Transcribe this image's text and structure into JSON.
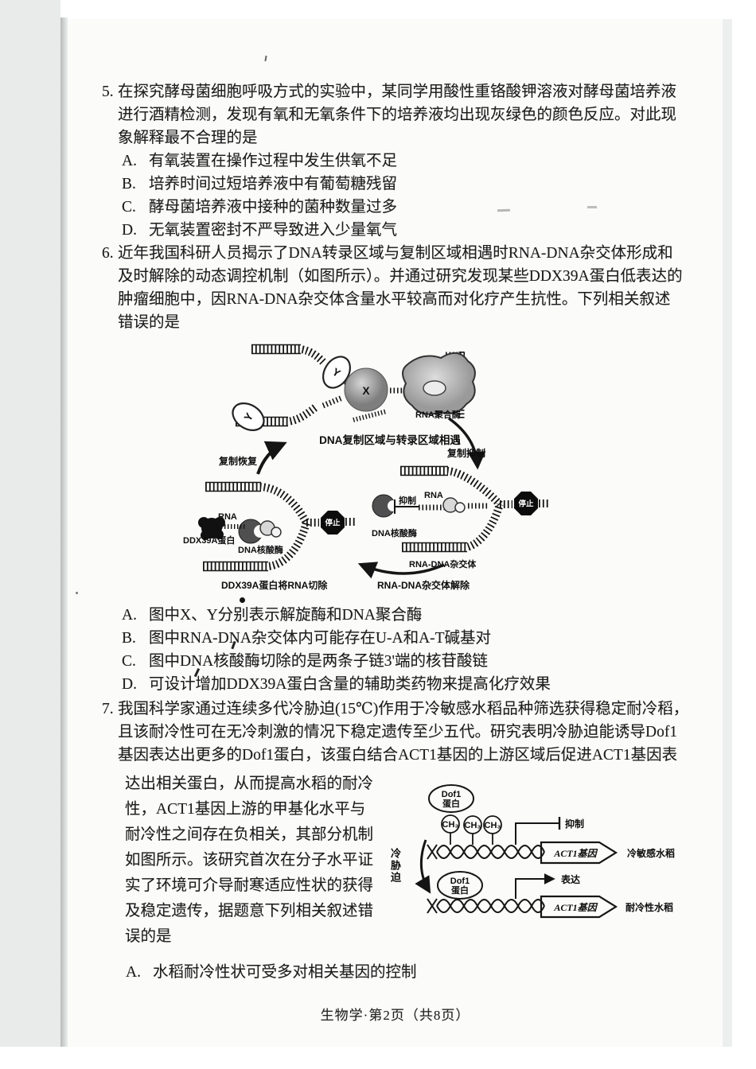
{
  "page": {
    "footer": "生物学·第2页（共8页）"
  },
  "q5": {
    "number": "5.",
    "lines": [
      "在探究酵母菌细胞呼吸方式的实验中，某同学用酸性重铬酸钾溶液对酵母菌培养液",
      "进行酒精检测，发现有氧和无氧条件下的培养液均出现灰绿色的颜色反应。对此现",
      "象解释最不合理的是"
    ],
    "options": [
      {
        "label": "A.",
        "text": "有氧装置在操作过程中发生供氧不足"
      },
      {
        "label": "B.",
        "text": "培养时间过短培养液中有葡萄糖残留"
      },
      {
        "label": "C.",
        "text": "酵母菌培养液中接种的菌种数量过多"
      },
      {
        "label": "D.",
        "text": "无氧装置密封不严导致进入少量氧气"
      }
    ]
  },
  "q6": {
    "number": "6.",
    "lines": [
      "近年我国科研人员揭示了DNA转录区域与复制区域相遇时RNA-DNA杂交体形成和",
      "及时解除的动态调控机制（如图所示）。并通过研究发现某些DDX39A蛋白低表达的",
      "肿瘤细胞中，因RNA-DNA杂交体含量水平较高而对化疗产生抗性。下列相关叙述",
      "错误的是"
    ],
    "options": [
      {
        "label": "A.",
        "text": "图中X、Y分别表示解旋酶和DNA聚合酶"
      },
      {
        "label": "B.",
        "text": "图中RNA-DNA杂交体内可能存在U-A和A-T碱基对"
      },
      {
        "label": "C.",
        "text": "图中DNA核酸酶切除的是两条子链3'端的核苷酸链"
      },
      {
        "label": "D.",
        "text": "可设计增加DDX39A蛋白含量的辅助类药物来提高化疗效果"
      }
    ],
    "diagram": {
      "x": "X",
      "y": "Y",
      "rna_pol": "RNA聚合酶",
      "meet": "DNA复制区域与转录区域相遇",
      "rep_inhibit": "复制抑制",
      "rep_resume": "复制恢复",
      "stop": "停止",
      "inhibit": "抑制",
      "rna": "RNA",
      "nuclease": "DNA核酸酶",
      "ddx39a": "DDX39A蛋白",
      "hybrid": "RNA-DNA杂交体",
      "excise": "DDX39A蛋白将RNA切除",
      "resolve": "RNA-DNA杂交体解除"
    }
  },
  "q7": {
    "number": "7.",
    "lines_full": [
      "我国科学家通过连续多代冷胁迫(15℃)作用于冷敏感水稻品种筛选获得稳定耐冷稻，",
      "且该耐冷性可在无冷刺激的情况下稳定遗传至少五代。研究表明冷胁迫能诱导Dof1",
      "基因表达出更多的Dof1蛋白，该蛋白结合ACT1基因的上游区域后促进ACT1基因表"
    ],
    "lines_left": [
      "达出相关蛋白，从而提高水稻的耐冷",
      "性，ACT1基因上游的甲基化水平与",
      "耐冷性之间存在负相关，其部分机制",
      "如图所示。该研究首次在分子水平证",
      "实了环境可介导耐寒适应性状的获得",
      "及稳定遗传，据题意下列相关叙述错",
      "误的是"
    ],
    "options": [
      {
        "label": "A.",
        "text": "水稻耐冷性状可受多对相关基因的控制"
      }
    ],
    "diagram": {
      "dof1_line1": "Dof1",
      "dof1_line2": "蛋白",
      "ch3": "CH₃",
      "inhibit": "抑制",
      "express": "表达",
      "act1": "ACT1基因",
      "cold_sensitive": "冷敏感水稻",
      "cold_tolerant": "耐冷性水稻",
      "cold_stress": "冷胁迫"
    }
  }
}
